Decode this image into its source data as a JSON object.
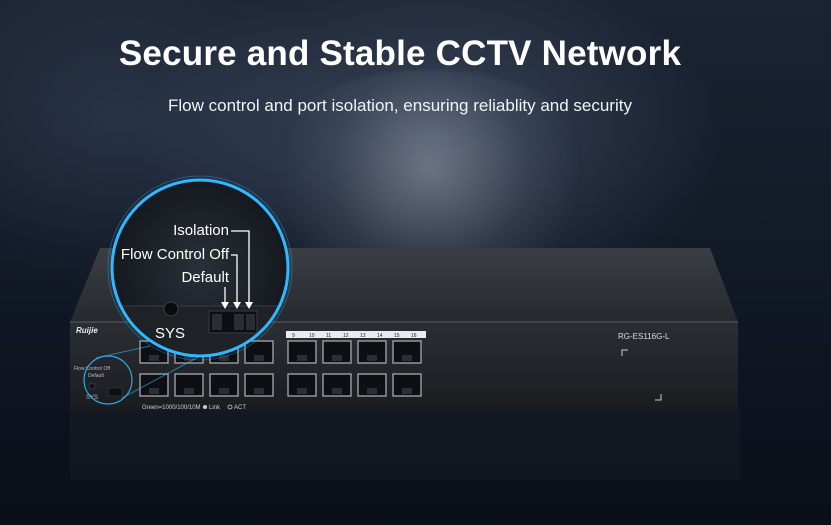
{
  "header": {
    "title": "Secure and Stable CCTV Network",
    "subtitle": "Flow control and port isolation, ensuring reliablity and security"
  },
  "switch": {
    "brand": "Ruijie",
    "model": "RG-ES116G-L",
    "legend": "Green=1000/100/10M",
    "link_label": "Link",
    "act_label": "ACT",
    "top_port_labels": [
      "9",
      "10",
      "11",
      "12",
      "13",
      "14",
      "15",
      "16"
    ]
  },
  "callout": {
    "labels": [
      "Isolation",
      "Flow Control Off",
      "Default"
    ],
    "sys_label": "SYS"
  },
  "colors": {
    "accent": "#2fb8ff",
    "switch_body": "#2d3035"
  }
}
